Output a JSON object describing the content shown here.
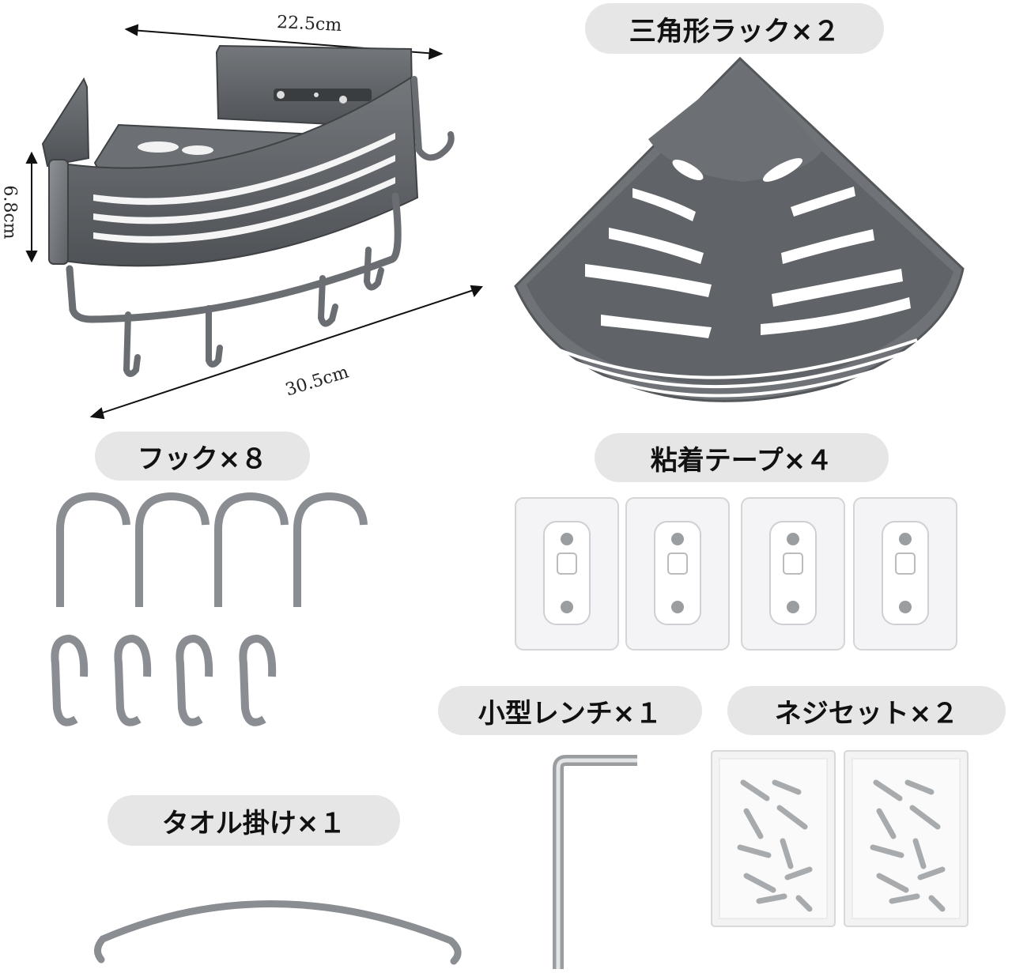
{
  "dimensions": {
    "width": "22.5cm",
    "height": "6.8cm",
    "length": "30.5cm"
  },
  "labels": {
    "triangle_rack": "三角形ラック×２",
    "hooks": "フック×８",
    "adhesive_tape": "粘着テープ×４",
    "wrench": "小型レンチ×１",
    "screw_set": "ネジセット×２",
    "towel_bar": "タオル掛け×１"
  },
  "colors": {
    "pill_background": "#e6e6e6",
    "metal_dark": "#5f6266",
    "metal_light": "#8d9094",
    "silver": "#b8bbbe"
  },
  "icons": [
    "corner-rack-with-towel-bar",
    "triangle-rack",
    "s-hook",
    "adhesive-pad",
    "l-wrench",
    "screw-bag",
    "towel-bar"
  ]
}
